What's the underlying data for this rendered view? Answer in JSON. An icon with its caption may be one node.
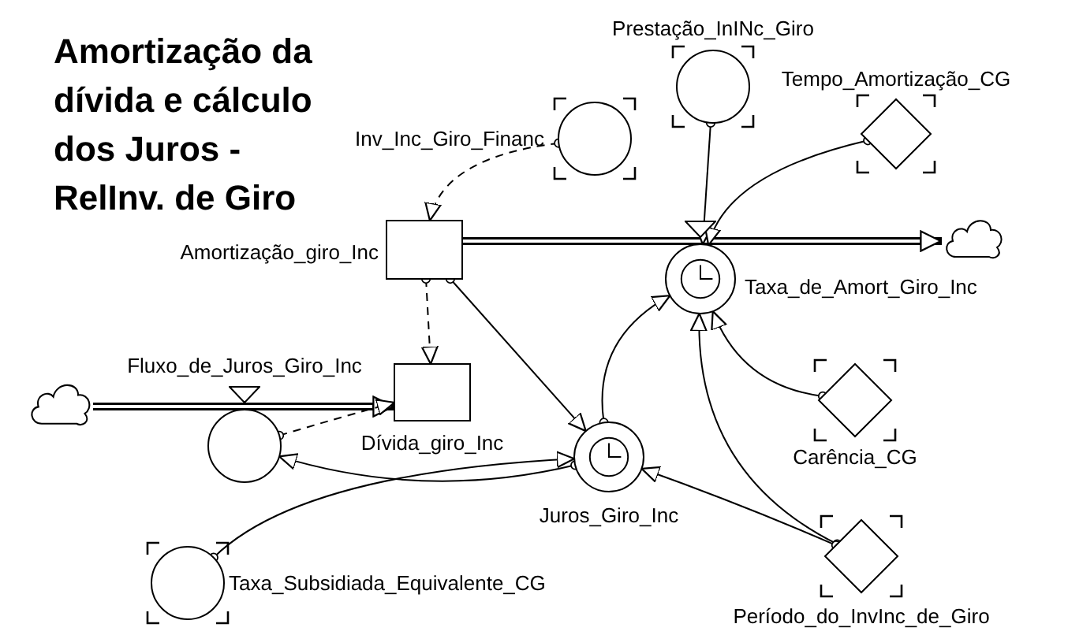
{
  "diagram": {
    "title": "Amortização da dívida e cálculo dos Juros - RelInv. de Giro",
    "nodes": [
      {
        "text": [
          "Inv_Inc_Giro_Financ"
        ]
      },
      {
        "text": [
          "Prestação_InINc_Giro"
        ]
      },
      {
        "text": [
          "Tempo_Amortização_CG"
        ]
      },
      {
        "text": [
          "Amortização_giro_Inc"
        ]
      },
      {
        "text": [
          "Taxa_de_Amort_Giro_Inc"
        ]
      },
      {
        "text": [],
        "shape": "cloud"
      },
      {
        "text": [],
        "shape": "cloud"
      },
      {
        "text": [
          "Fluxo_de_Juros_Giro_Inc"
        ]
      },
      {
        "text": [
          "Dívida_giro_Inc"
        ]
      },
      {
        "text": [
          "Juros_Giro_Inc"
        ]
      },
      {
        "text": [
          "Carência_CG"
        ]
      },
      {
        "text": [
          "Período_do_InvInc_de_Giro"
        ]
      },
      {
        "text": [
          "Taxa_Subsidiada_Equivalente_CG"
        ]
      }
    ],
    "edges": [
      {
        "from": 3,
        "to": 5,
        "arrow": "to",
        "style": "thick"
      },
      {
        "from": 6,
        "to": 8,
        "arrow": "to",
        "style": "thick"
      },
      {
        "from": 0,
        "to": 3,
        "arrow": "to",
        "style": "dashed"
      },
      {
        "from": 1,
        "to": 4,
        "arrow": "to"
      },
      {
        "from": 2,
        "to": 4,
        "arrow": "to"
      },
      {
        "from": 3,
        "to": 8,
        "arrow": "to",
        "style": "dashed"
      },
      {
        "from": 3,
        "to": 9,
        "arrow": "to"
      },
      {
        "from": 9,
        "to": 4,
        "arrow": "to"
      },
      {
        "from": 10,
        "to": 4,
        "arrow": "to"
      },
      {
        "from": 11,
        "to": 4,
        "arrow": "to"
      },
      {
        "from": 11,
        "to": 9,
        "arrow": "to"
      },
      {
        "from": 9,
        "to": 7,
        "arrow": "to"
      },
      {
        "from": 7,
        "to": 8,
        "arrow": "to",
        "style": "dashed"
      },
      {
        "from": 12,
        "to": 9,
        "arrow": "to"
      }
    ]
  }
}
